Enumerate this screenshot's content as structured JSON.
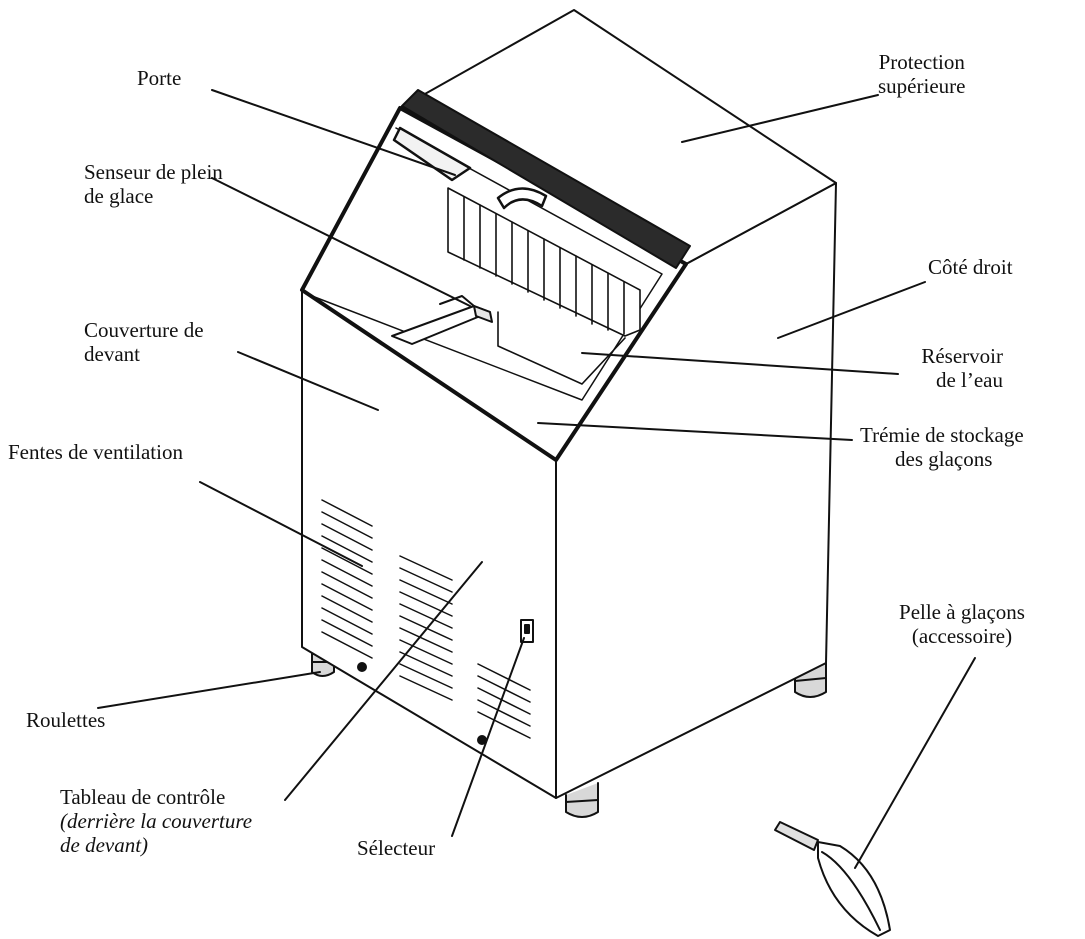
{
  "labels": {
    "porte": "Porte",
    "protection_l1": "Protection",
    "protection_l2": "supérieure",
    "senseur_l1": "Senseur de plein",
    "senseur_l2": "de glace",
    "cote_droit": "Côté droit",
    "couverture_l1": "Couverture de",
    "couverture_l2": "devant",
    "reservoir_l1": "Réservoir",
    "reservoir_l2": "de l’eau",
    "tremie_l1": "Trémie de stockage",
    "tremie_l2": "des glaçons",
    "fentes": "Fentes de ventilation",
    "pelle_l1": "Pelle à glaçons",
    "pelle_l2": "(accessoire)",
    "roulettes": "Roulettes",
    "tableau": "Tableau de contrôle",
    "tableau_note_l1": "(derrière la couverture",
    "tableau_note_l2": "de devant)",
    "selecteur": "Sélecteur"
  },
  "colors": {
    "line": "#111111",
    "band": "#2b2b2b",
    "leg": "#9a9a9a"
  }
}
